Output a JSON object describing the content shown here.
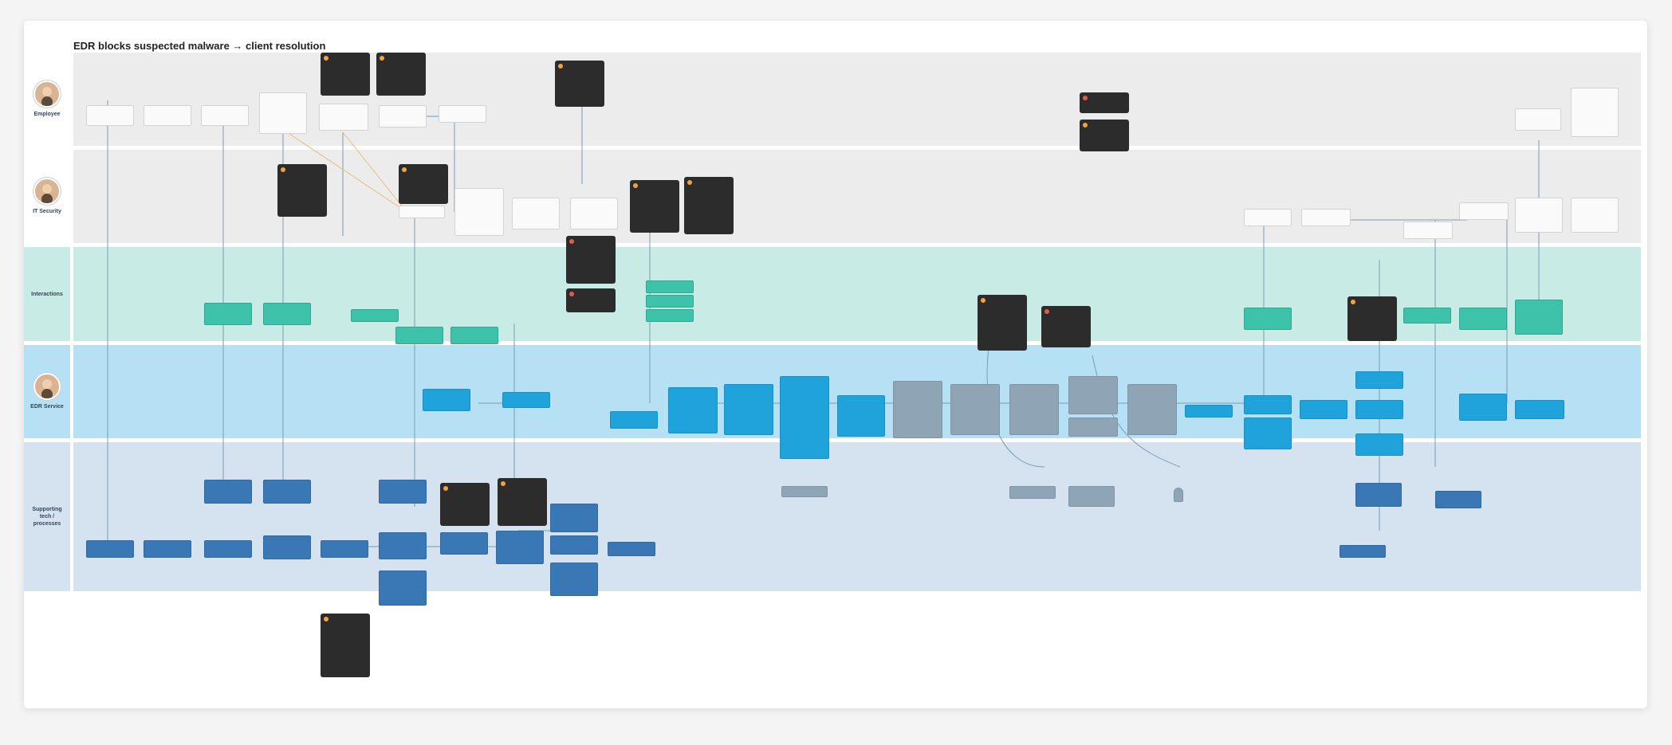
{
  "board": {
    "title": "EDR blocks suspected malware → client resolution"
  },
  "lanes": [
    {
      "id": "employee",
      "name": "Employee",
      "sub": "",
      "color": "#ececec",
      "avatar": true
    },
    {
      "id": "it",
      "name": "IT Security",
      "sub": "",
      "color": "#ececec",
      "avatar": true
    },
    {
      "id": "interactions",
      "name": "Interactions",
      "sub": "",
      "color": "#c8ece5",
      "avatar": false
    },
    {
      "id": "edr",
      "name": "EDR Service",
      "sub": "",
      "color": "#b6e1f4",
      "avatar": true
    },
    {
      "id": "supporting",
      "name": "Supporting tech / processes",
      "sub": "",
      "color": "#d5e3f0",
      "avatar": false
    }
  ],
  "icons": {
    "note_marker": "warning-dot-icon",
    "avatar": "user-avatar-icon",
    "person": "person-icon"
  },
  "colors": {
    "teal": "#3ec2aa",
    "blue": "#1fa3da",
    "navy": "#3978b4",
    "gray": "#8fa4b4",
    "note": "#2c2c2c",
    "board": "#ffffff"
  }
}
